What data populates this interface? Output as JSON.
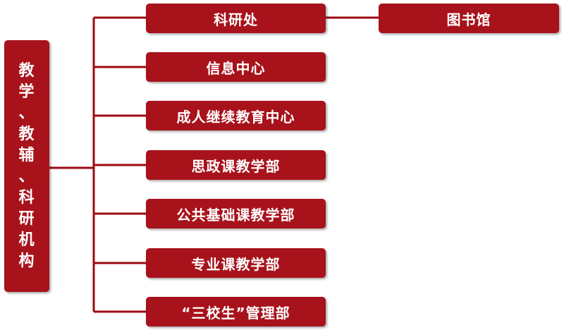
{
  "root": {
    "label_chars": [
      "教",
      "学",
      "、",
      "教",
      "辅",
      "、",
      "科",
      "研",
      "机",
      "构"
    ]
  },
  "children": [
    {
      "label": "科研处"
    },
    {
      "label": "信息中心"
    },
    {
      "label": "成人继续教育中心"
    },
    {
      "label": "思政课教学部"
    },
    {
      "label": "公共基础课教学部"
    },
    {
      "label": "专业课教学部"
    },
    {
      "label": "“三校生”管理部"
    }
  ],
  "sub": {
    "label": "图书馆"
  },
  "colors": {
    "box": "#a8121b",
    "line": "#9c0a12",
    "text": "#ffffff"
  }
}
